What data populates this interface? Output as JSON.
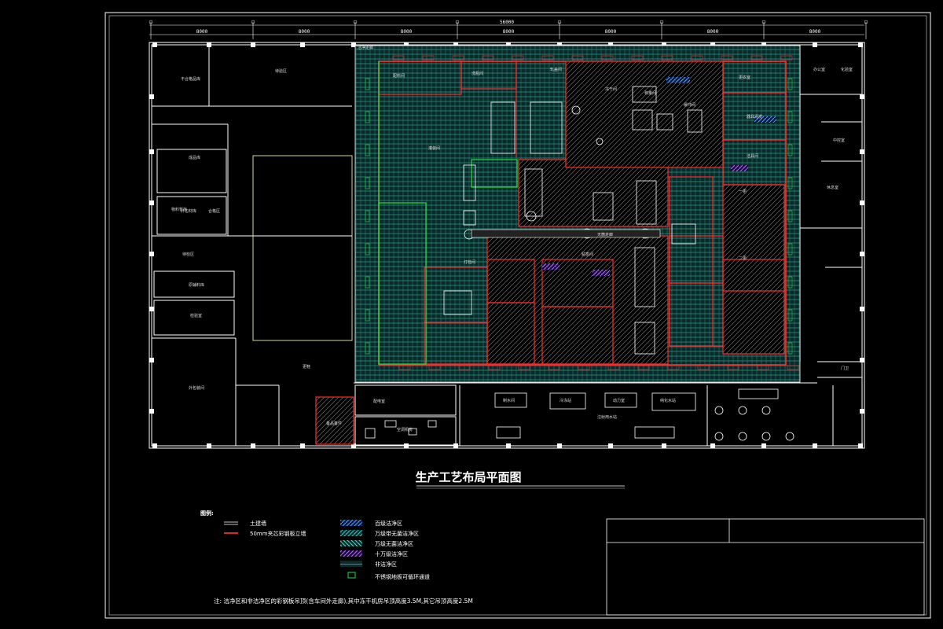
{
  "drawing": {
    "title": "生产工艺布局平面图",
    "overall_dimension": "56000",
    "bay_dimensions": [
      "8000",
      "8000",
      "8000",
      "8000",
      "8000",
      "8000",
      "8000"
    ],
    "corridor_label": "洁净走廊",
    "legend": {
      "heading": "图例:",
      "items": [
        {
          "label": "土建墙",
          "swatch": "white-double-line"
        },
        {
          "label": "50mm夹芯彩钢板立墙",
          "swatch": "red-line"
        }
      ],
      "zones": [
        {
          "label": "百级洁净区",
          "color": "#5aa0ff"
        },
        {
          "label": "万级带无菌洁净区",
          "color": "#3fc8c8"
        },
        {
          "label": "万级无菌洁净区",
          "color": "#4ee0c0"
        },
        {
          "label": "十万级洁净区",
          "color": "#b070ff"
        },
        {
          "label": "非洁净区",
          "color": "#3fb0b0"
        },
        {
          "label": "不锈钢地板可循环通道",
          "color": "#20c040"
        }
      ]
    },
    "note": "注: 洁净区和非洁净区的彩钢板吊顶(含车间外走廊),其中冻干机房吊顶高度3.5M,其它吊顶高度2.5M",
    "rooms_left": [
      "不合格品库",
      "待验区",
      "成品库",
      "外包材库",
      "物料暂存",
      "合格区",
      "待检区",
      "原辅料库",
      "检验室",
      "外包装间",
      "更鞋",
      "备品备件"
    ],
    "rooms_clean": [
      "配料间",
      "洗瓶间",
      "灌装间",
      "冻干间",
      "称量间",
      "轧盖间",
      "缓冲间",
      "更衣室",
      "器具清洗",
      "洁具间",
      "一更",
      "二更",
      "灯检间",
      "贴签间",
      "无菌走廊"
    ],
    "rooms_bottom": [
      "配电室",
      "空调机房",
      "制水间",
      "冷冻站",
      "动力室",
      "纯化水站",
      "注射用水站"
    ],
    "rooms_right": [
      "办公室",
      "化验室",
      "中控室",
      "休息室",
      "门卫"
    ]
  }
}
